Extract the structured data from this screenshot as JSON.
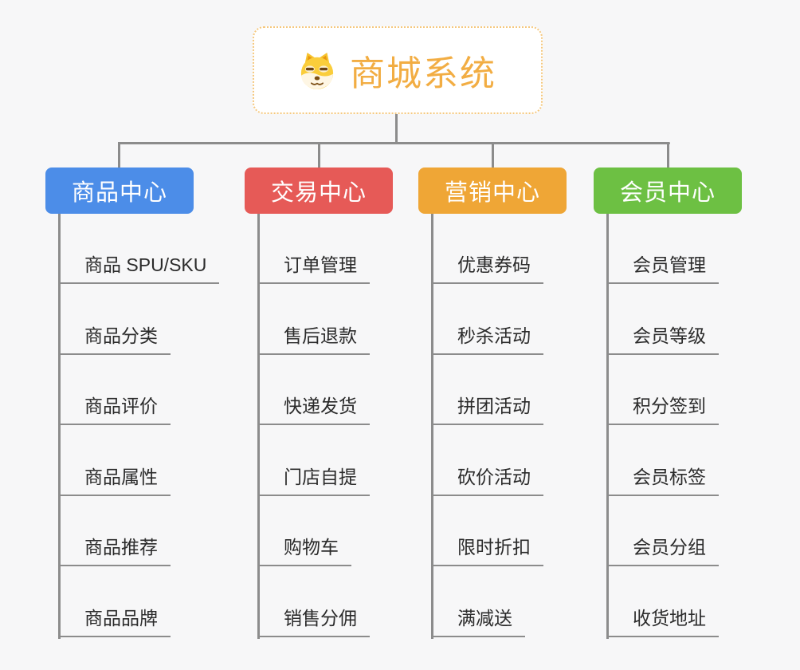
{
  "root": {
    "title": "商城系统",
    "icon": "doge-dog-icon"
  },
  "branches": [
    {
      "label": "商品中心",
      "color": "#4C8DE8",
      "items": [
        "商品 SPU/SKU",
        "商品分类",
        "商品评价",
        "商品属性",
        "商品推荐",
        "商品品牌"
      ]
    },
    {
      "label": "交易中心",
      "color": "#E65A57",
      "items": [
        "订单管理",
        "售后退款",
        "快递发货",
        "门店自提",
        "购物车",
        "销售分佣"
      ]
    },
    {
      "label": "营销中心",
      "color": "#EFA636",
      "items": [
        "优惠券码",
        "秒杀活动",
        "拼团活动",
        "砍价活动",
        "限时折扣",
        "满减送"
      ]
    },
    {
      "label": "会员中心",
      "color": "#6DC043",
      "items": [
        "会员管理",
        "会员等级",
        "积分签到",
        "会员标签",
        "会员分组",
        "收货地址"
      ]
    }
  ],
  "colors": {
    "background": "#F7F7F8",
    "connector": "#8C8C8C",
    "root_text": "#F2AD43",
    "root_border": "#F5C87E",
    "leaf_text": "#2B2B2B",
    "header_text": "#FFFFFF"
  }
}
